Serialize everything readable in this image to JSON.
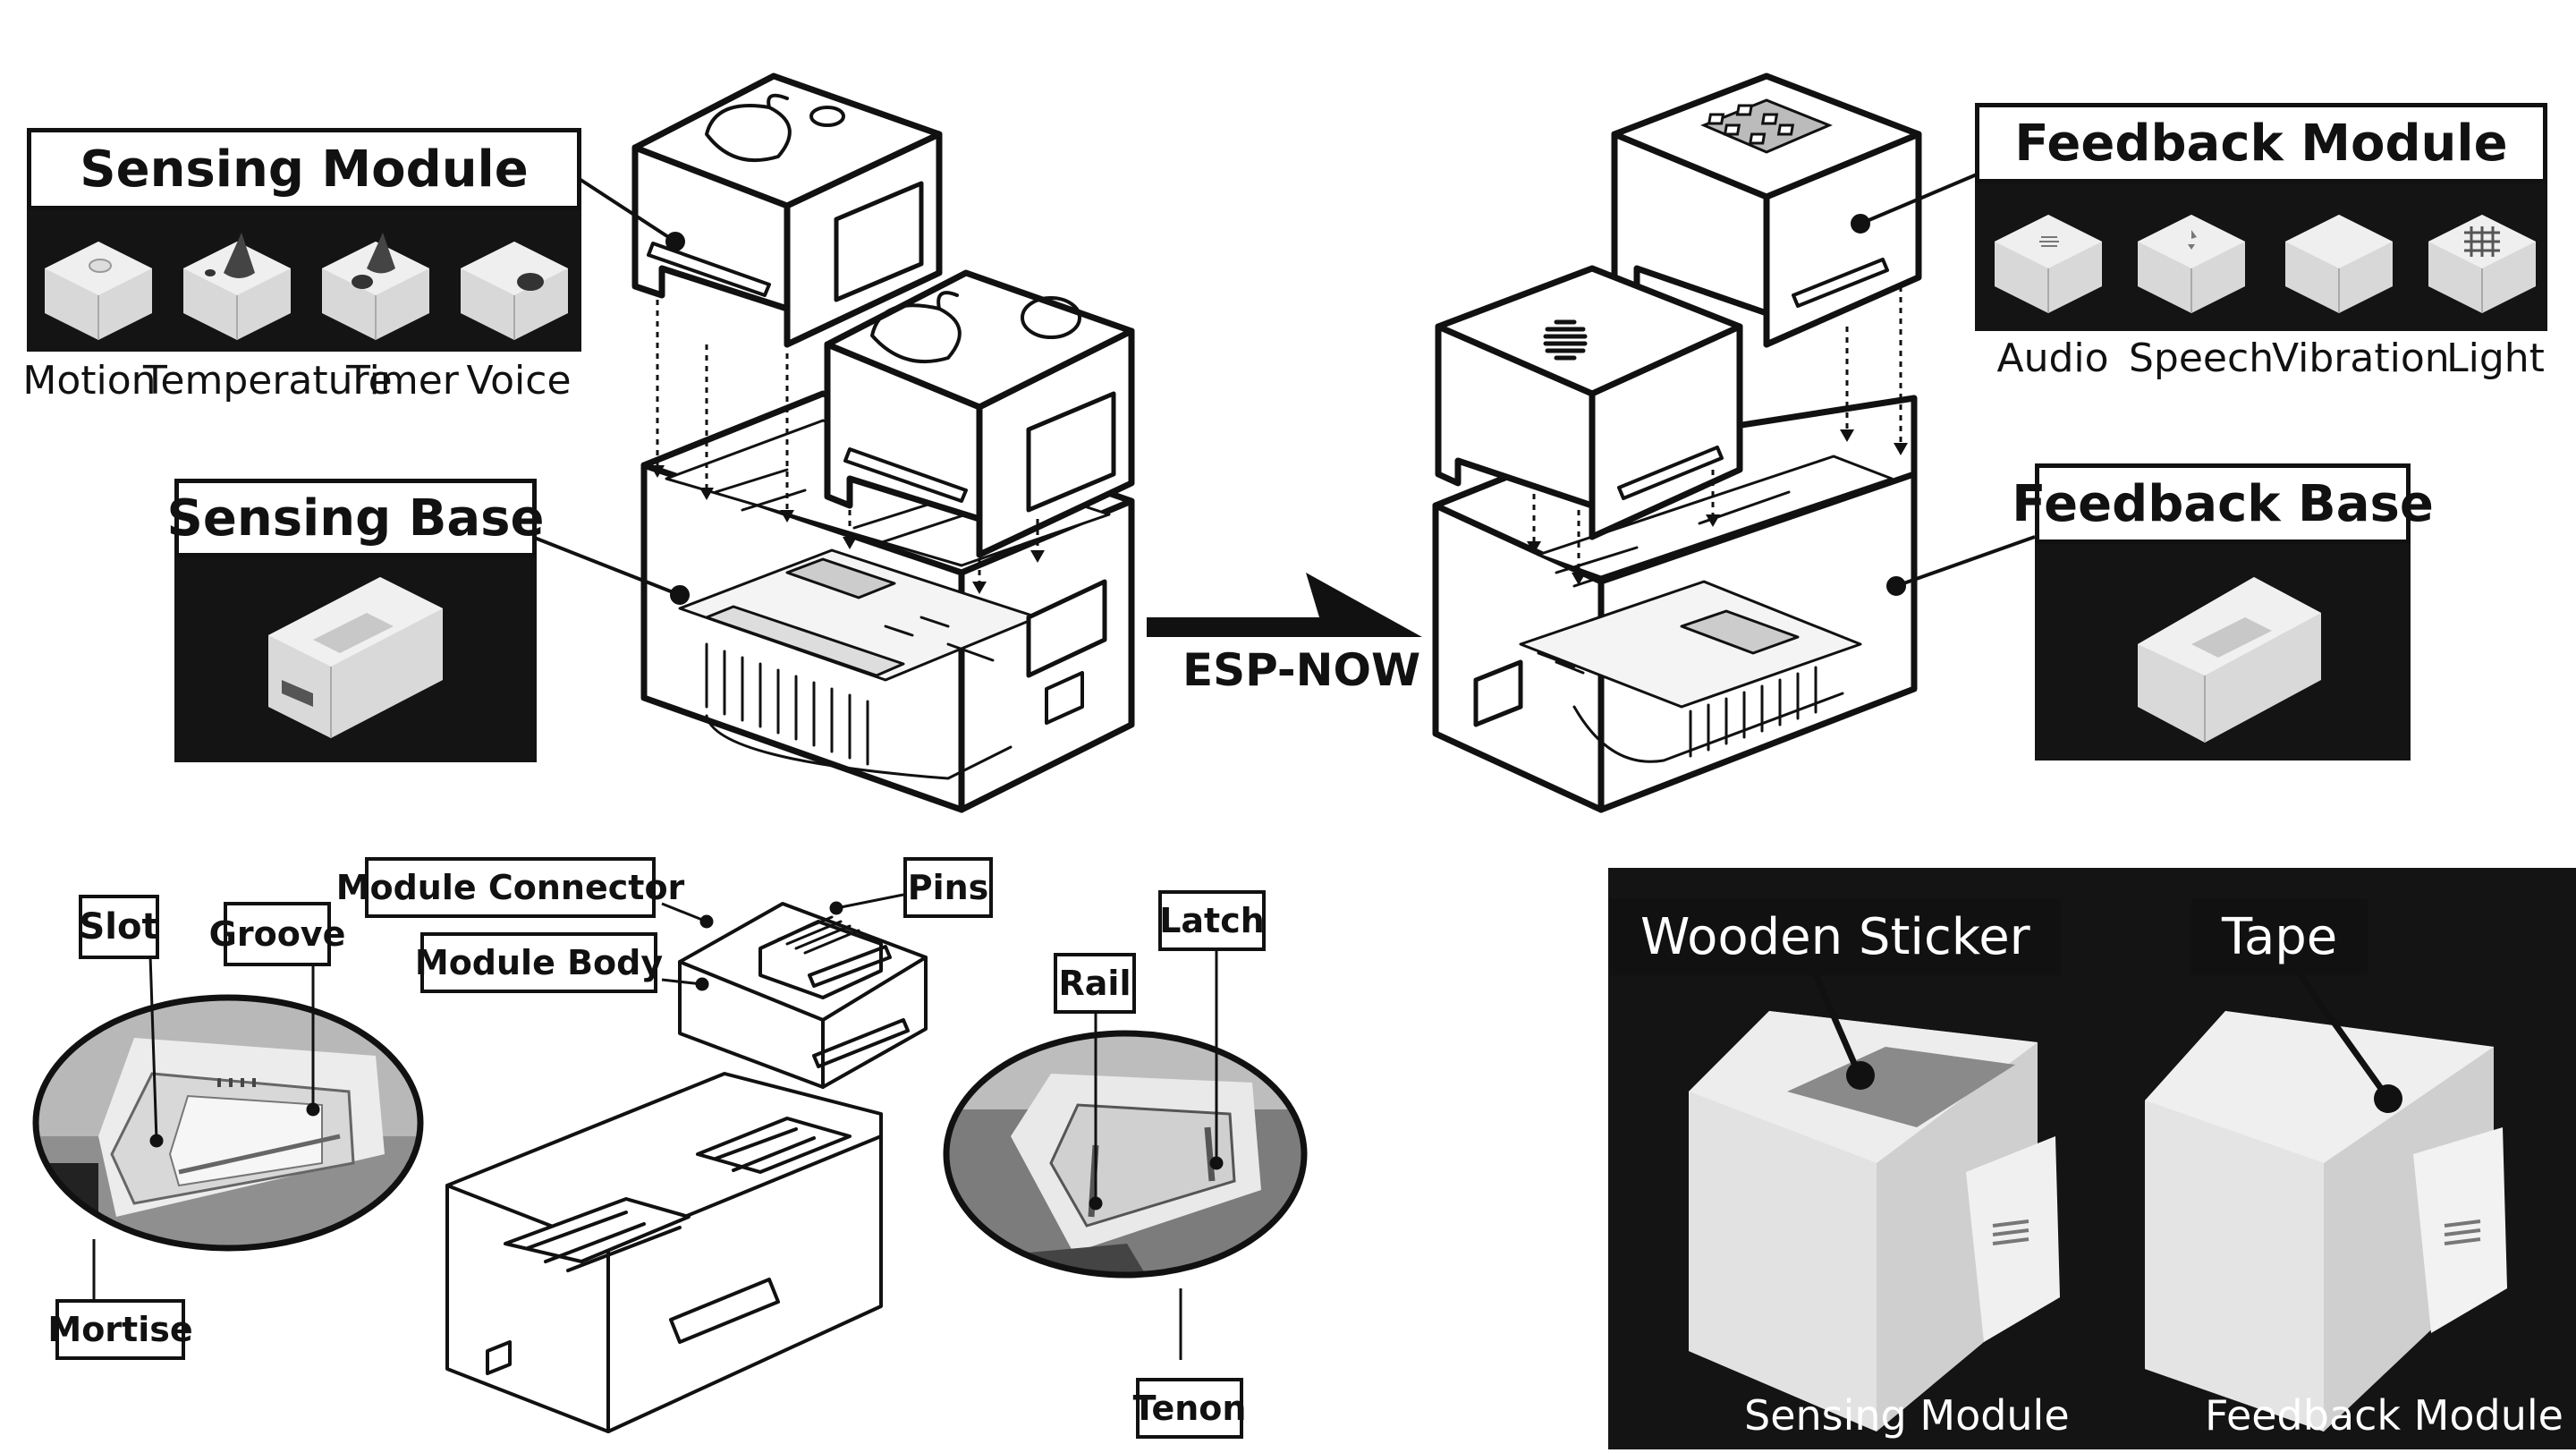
{
  "sensing_module": {
    "title": "Sensing Module",
    "items": [
      "Motion",
      "Temperature",
      "Timer",
      "Voice"
    ]
  },
  "feedback_module": {
    "title": "Feedback Module",
    "items": [
      "Audio",
      "Speech",
      "Vibration",
      "Light"
    ]
  },
  "sensing_base": {
    "title": "Sensing Base"
  },
  "feedback_base": {
    "title": "Feedback Base"
  },
  "link": {
    "label": "ESP-NOW"
  },
  "structure": {
    "module_connector": "Module Connector",
    "module_body": "Module Body",
    "pins": "Pins",
    "slot": "Slot",
    "groove": "Groove",
    "mortise": "Mortise",
    "rail": "Rail",
    "latch": "Latch",
    "tenon": "Tenon"
  },
  "attachment_photo": {
    "labels": [
      "Wooden Sticker",
      "Tape"
    ],
    "captions": [
      "Sensing Module",
      "Feedback Module"
    ]
  },
  "colors": {
    "panel": "#141414",
    "ink": "#111111",
    "tile": "#e8e8e8"
  }
}
